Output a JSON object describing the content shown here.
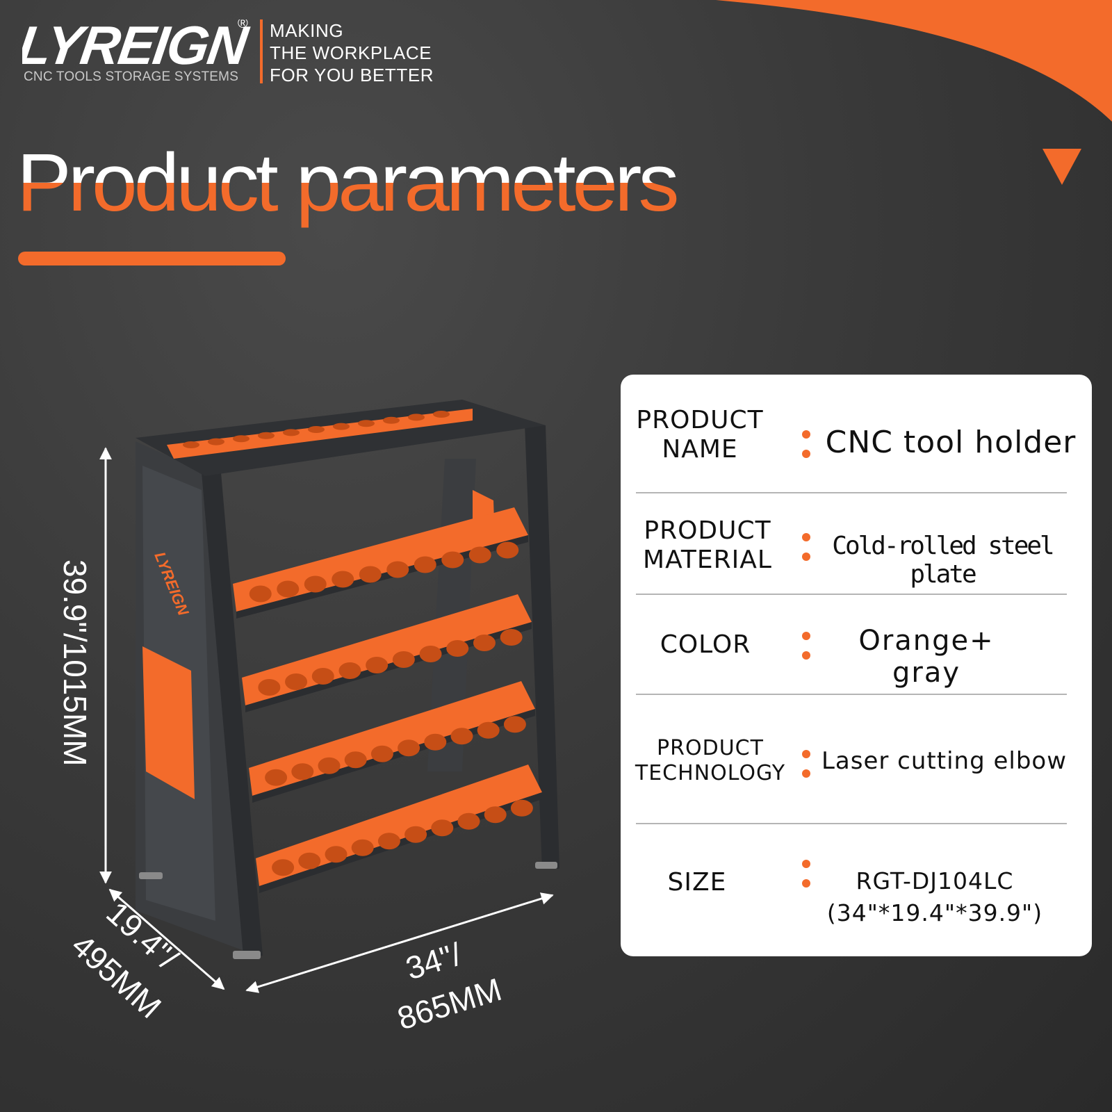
{
  "brand": {
    "name": "LYREIGN",
    "tagline": "CNC TOOLS STORAGE SYSTEMS",
    "registered_mark": "®",
    "slogan": [
      "MAKING",
      "THE WORKPLACE",
      "FOR YOU BETTER"
    ]
  },
  "title": {
    "part1": "Product",
    "part2": "parameters"
  },
  "colors": {
    "accent": "#f36b2b",
    "background": "#3a3a3a",
    "card": "#ffffff"
  },
  "dimensions": {
    "height": "39.9\"/1015MM",
    "depth_line1": "19.4\"/",
    "depth_line2": "495MM",
    "width_line1": "34\"/",
    "width_line2": "865MM"
  },
  "parameters": [
    {
      "label": "PRODUCT\nNAME",
      "value": "CNC tool holder"
    },
    {
      "label": "PRODUCT\nMATERIAL",
      "value": "Cold-rolled steel plate"
    },
    {
      "label": "COLOR",
      "value": "Orange+ gray"
    },
    {
      "label": "PRODUCT\nTECHNOLOGY",
      "value": "Laser cutting elbow"
    },
    {
      "label": "SIZE",
      "value": "RGT-DJ104LC\n(34\"*19.4\"*39.9\")"
    }
  ],
  "icons": {
    "corner": "orange-triangle-down-icon"
  }
}
